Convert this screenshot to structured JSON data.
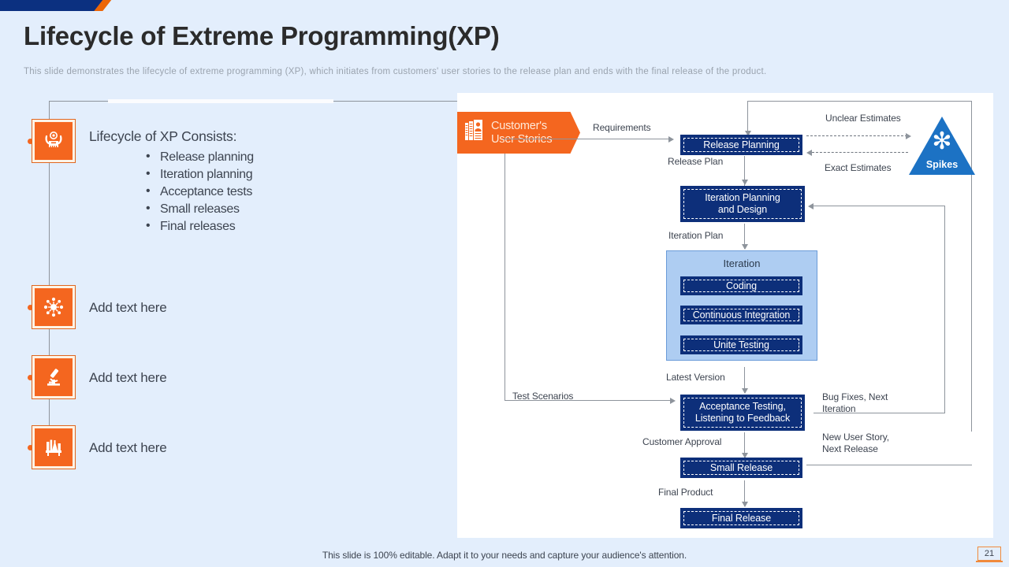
{
  "header": {
    "title": "Lifecycle of Extreme Programming(XP)",
    "subtitle": "This slide demonstrates the lifecycle of extreme programming (XP), which initiates from customers' user stories to the release plan and ends with the final release of the product."
  },
  "sidebar": {
    "items": [
      {
        "icon": "robot-icon",
        "label": "Lifecycle of XP Consists:",
        "bullets": [
          "Release planning",
          "Iteration planning",
          "Acceptance tests",
          "Small releases",
          "Final releases"
        ]
      },
      {
        "icon": "network-hub-icon",
        "label": "Add text here"
      },
      {
        "icon": "microscope-icon",
        "label": "Add text here"
      },
      {
        "icon": "lab-bench-icon",
        "label": "Add text here"
      }
    ]
  },
  "diagram": {
    "customer_stories": {
      "line1": "Customer's",
      "line2": "User Stories",
      "icon": "books-icon"
    },
    "spikes": {
      "label": "Spikes",
      "glyph": "✻",
      "color": "#1c72c4"
    },
    "nodes": [
      {
        "id": "release-planning",
        "label": "Release Planning"
      },
      {
        "id": "iteration-planning",
        "line1": "Iteration Planning",
        "line2": "and Design"
      },
      {
        "id": "iteration-group",
        "label": "Iteration"
      },
      {
        "id": "coding",
        "label": "Coding"
      },
      {
        "id": "continuous-integration",
        "label": "Continuous Integration"
      },
      {
        "id": "unite-testing",
        "label": "Unite Testing"
      },
      {
        "id": "acceptance-testing",
        "line1": "Acceptance Testing,",
        "line2": "Listening to Feedback"
      },
      {
        "id": "small-release",
        "label": "Small Release"
      },
      {
        "id": "final-release",
        "label": "Final Release"
      }
    ],
    "edge_labels": {
      "requirements": "Requirements",
      "release_plan": "Release Plan",
      "iteration_plan": "Iteration Plan",
      "latest_version": "Latest Version",
      "test_scenarios": "Test Scenarios",
      "customer_approval": "Customer Approval",
      "final_product": "Final Product",
      "unclear_estimates": "Unclear Estimates",
      "exact_estimates": "Exact Estimates",
      "bug_fixes": "Bug Fixes, Next\nIteration",
      "new_user_story": "New User Story,\nNext Release"
    }
  },
  "footer": {
    "note": "This slide is 100% editable. Adapt it to your needs and capture your audience's attention.",
    "page_number": "21"
  },
  "colors": {
    "background": "#e3eefc",
    "accent_orange": "#f4661f",
    "navy": "#0d2f7a",
    "ribbon_navy": "#0b3080",
    "light_blue": "#aecdf2"
  }
}
